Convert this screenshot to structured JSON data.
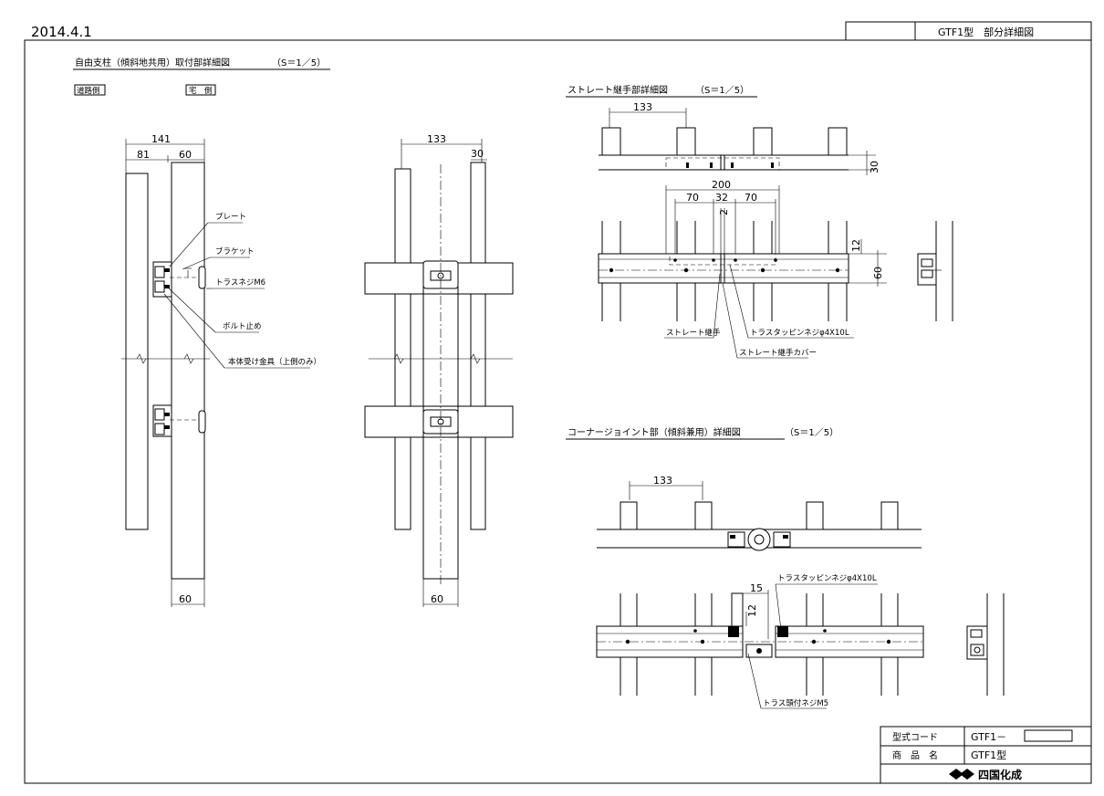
{
  "sheet": {
    "date": "2014.4.1",
    "title": "GTF1型　部分詳細図"
  },
  "section_left": {
    "title": "自由支柱（傾斜地共用）取付部詳細図",
    "scale": "（S＝1／5）",
    "tag_road": "道路側",
    "tag_house": "宅　側",
    "labels": {
      "plate": "プレート",
      "bracket": "ブラケット",
      "truss_screw": "トラスネジM6",
      "bolt_stop": "ボルト止め",
      "fitting": "本体受け金具（上側のみ）"
    },
    "dims": {
      "d141": "141",
      "d81": "81",
      "d60_top": "60",
      "d60_bottom": "60",
      "d133": "133",
      "d30": "30",
      "d60_front": "60"
    }
  },
  "section_straight": {
    "title": "ストレート継手部詳細図",
    "scale": "（S＝1／5）",
    "labels": {
      "joint": "ストレート継手",
      "tapping": "トラスタッピンネジφ4X10L",
      "cover": "ストレート継手カバー"
    },
    "dims": {
      "d133": "133",
      "d30": "30",
      "d200": "200",
      "d70a": "70",
      "d32": "32",
      "d70b": "70",
      "d2": "2",
      "d12": "12",
      "d60": "60"
    }
  },
  "section_corner": {
    "title": "コーナージョイント部（傾斜兼用）詳細図",
    "scale": "（S＝1／5）",
    "labels": {
      "tapping": "トラスタッピンネジφ4X10L",
      "truss_screw": "トラス頭付ネジM5"
    },
    "dims": {
      "d133": "133",
      "d15": "15",
      "d12": "12"
    }
  },
  "title_block": {
    "model_code_label": "型式コード",
    "model_code_value": "GTF1－",
    "product_label": "商　品　名",
    "product_value": "GTF1型",
    "company": "四国化成"
  }
}
